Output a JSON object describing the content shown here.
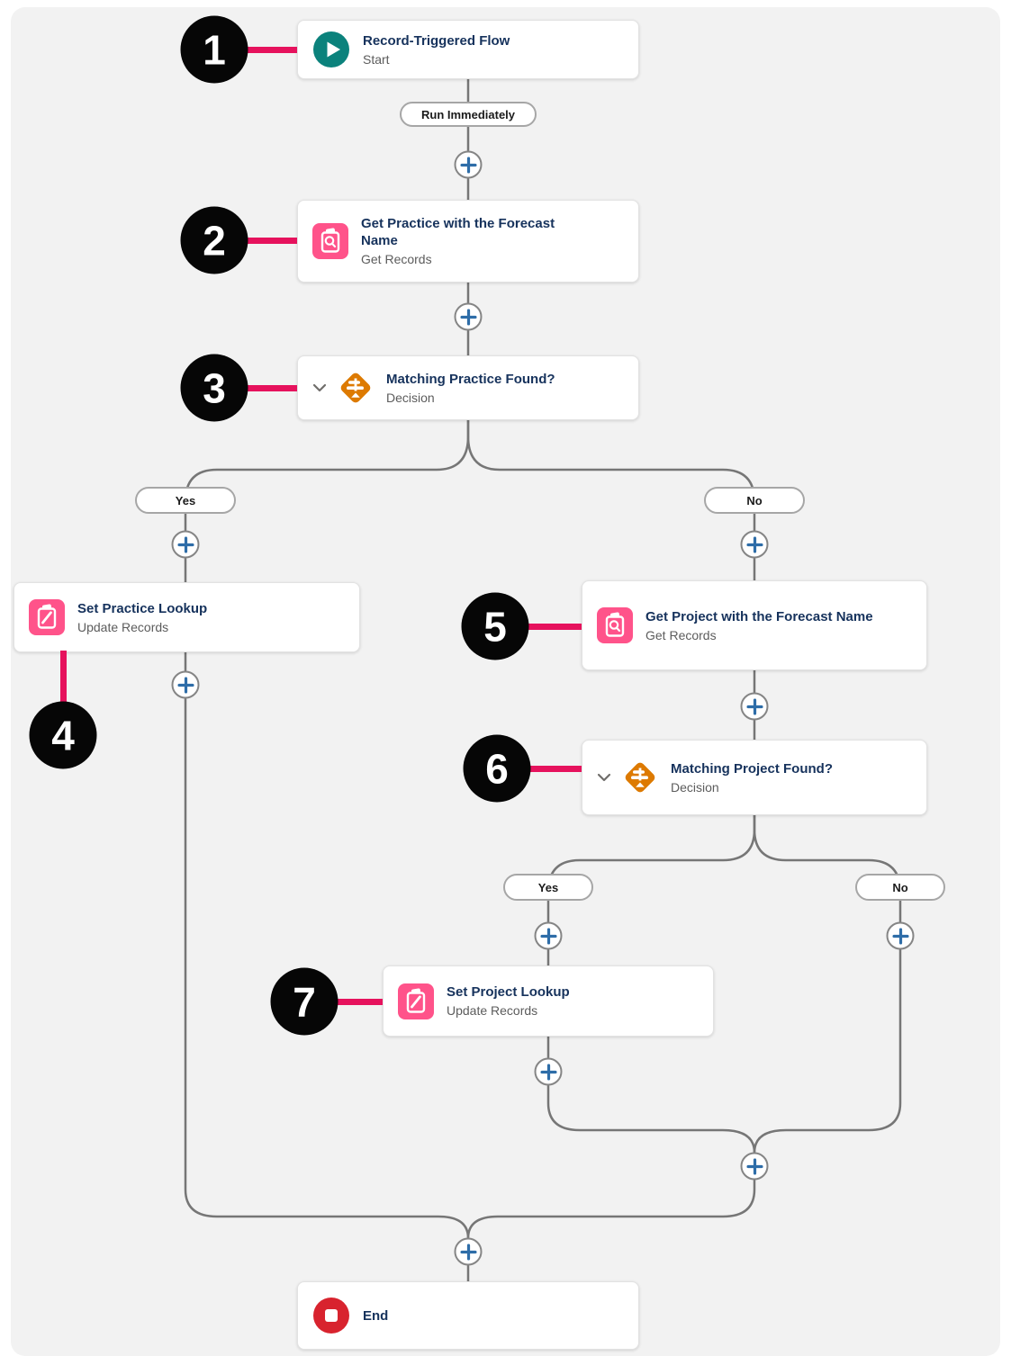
{
  "app": "flow-builder-canvas",
  "labels": {
    "run_immediately": "Run Immediately",
    "yes": "Yes",
    "no": "No"
  },
  "callouts": [
    "1",
    "2",
    "3",
    "4",
    "5",
    "6",
    "7"
  ],
  "nodes": {
    "start": {
      "title": "Record-Triggered Flow",
      "subtitle": "Start",
      "icon": "flow-start-icon"
    },
    "get_practice": {
      "title": "Get Practice with the Forecast Name",
      "subtitle": "Get Records",
      "icon": "get-records-icon"
    },
    "decision_practice": {
      "title": "Matching Practice Found?",
      "subtitle": "Decision",
      "icon": "decision-icon"
    },
    "set_practice": {
      "title": "Set Practice Lookup",
      "subtitle": "Update Records",
      "icon": "update-records-icon"
    },
    "get_project": {
      "title": "Get Project with the Forecast Name",
      "subtitle": "Get Records",
      "icon": "get-records-icon"
    },
    "decision_project": {
      "title": "Matching Project Found?",
      "subtitle": "Decision",
      "icon": "decision-icon"
    },
    "set_project": {
      "title": "Set Project Lookup",
      "subtitle": "Update Records",
      "icon": "update-records-icon"
    },
    "end": {
      "title": "End",
      "icon": "end-icon"
    }
  },
  "colors": {
    "canvas_background": "#f2f2f2",
    "start_teal": "#0b827c",
    "data_pink": "#ff538a",
    "decision_orange": "#dd7a01",
    "end_red": "#d8232e",
    "callout_pink": "#e6125d",
    "plus_blue": "#2e6da8",
    "connector_gray": "#767676",
    "title_navy": "#16325c",
    "subtitle_gray": "#5c5c5c"
  }
}
